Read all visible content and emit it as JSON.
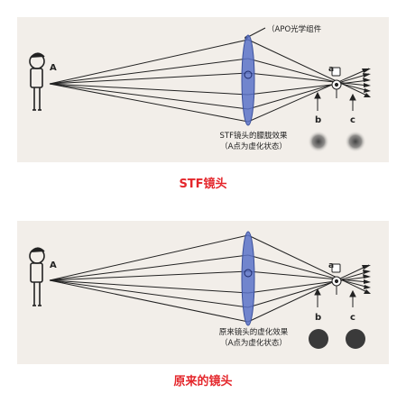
{
  "top": {
    "apo_label": "（APO光学组件",
    "point_a": "A",
    "point_a_small": "a",
    "marker_b": "b",
    "marker_c": "c",
    "caption_line1": "STF镜头的朦胧效果",
    "caption_line2": "（A点为虚化状态）",
    "title": "STF镜头",
    "bokeh_style": "soft-gradient"
  },
  "bottom": {
    "point_a": "A",
    "point_a_small": "a",
    "marker_b": "b",
    "marker_c": "c",
    "caption_line1": "原来镜头的虚化效果",
    "caption_line2": "（A点为虚化状态）",
    "title": "原来的镜头",
    "bokeh_style": "hard-edge"
  },
  "colors": {
    "lens": "#5a72c8",
    "title": "#e4262b",
    "panel": "#f2eee9",
    "bokeh": "#3a3a3a"
  }
}
